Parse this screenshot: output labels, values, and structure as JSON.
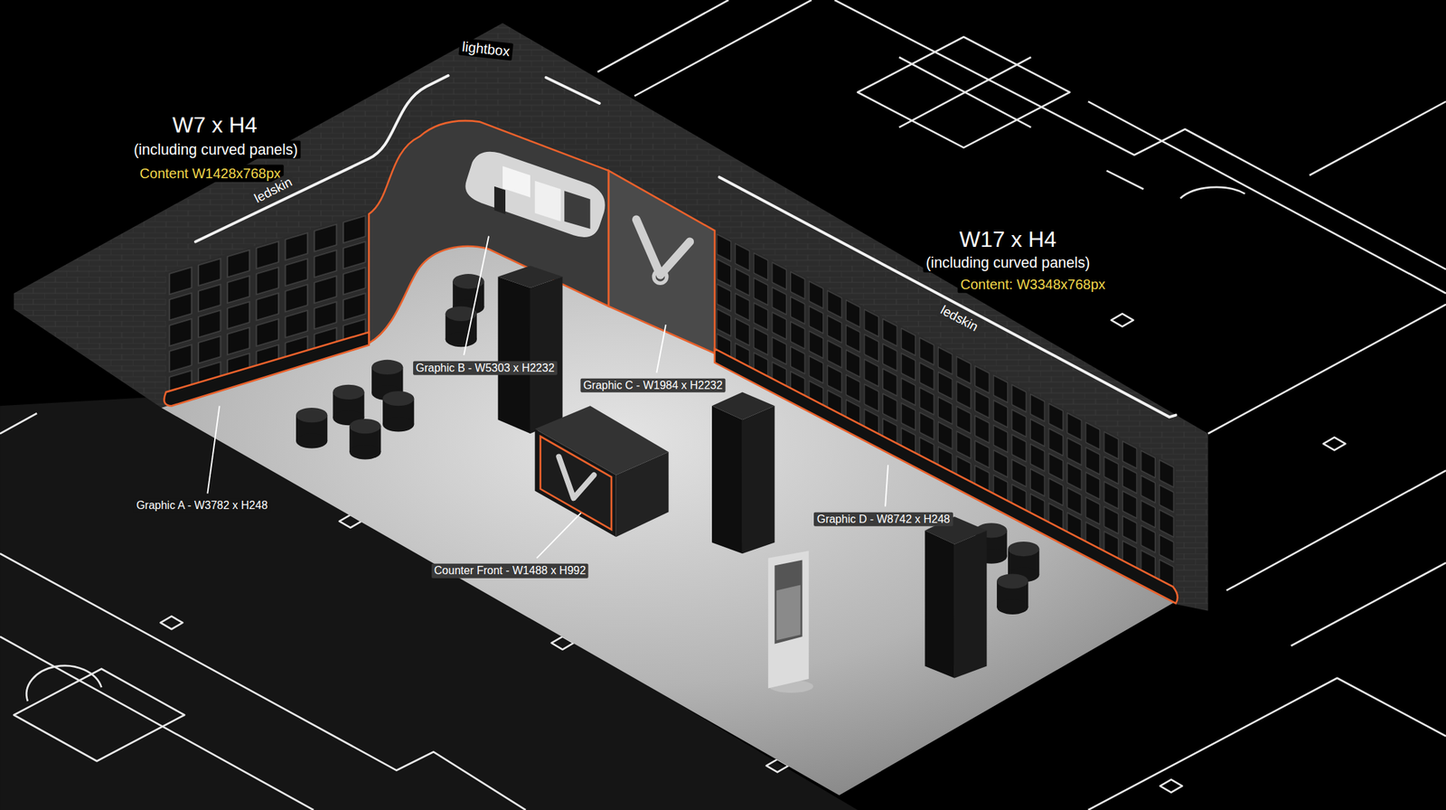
{
  "diagram": {
    "labels": [
      "lightbox",
      "W7 x H4",
      "(including curved panels)",
      "Content W1428x768px",
      "ledskin",
      "W17 x H4",
      "(including curved panels)",
      "Content: W3348x768px",
      "ledskin",
      "Graphic B - W5303 x H2232",
      "Graphic C - W1984 x H2232",
      "Graphic A - W3782 x H248",
      "Graphic D - W8742 x H248",
      "Counter Front - W1488 x H992"
    ]
  }
}
